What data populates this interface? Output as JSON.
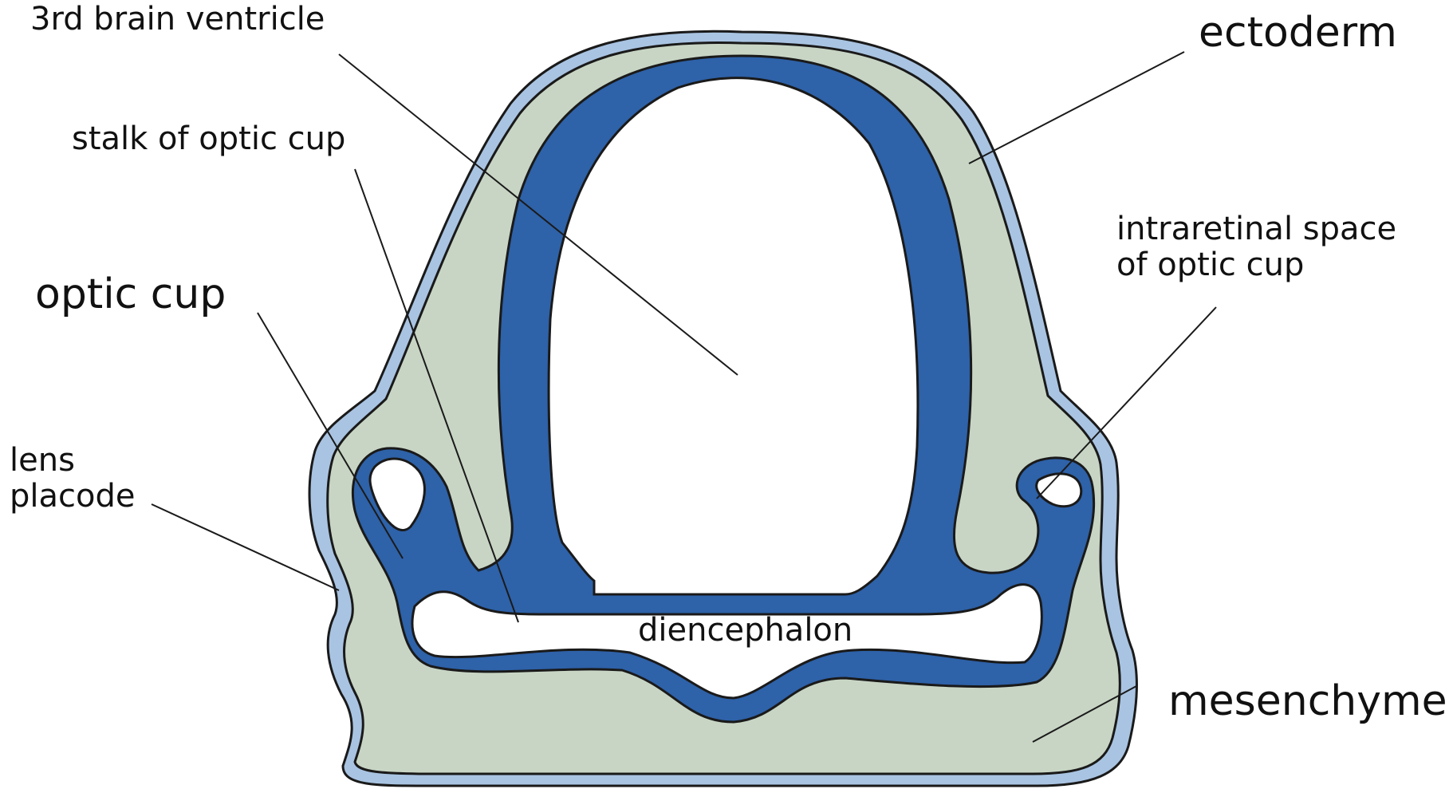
{
  "labels": {
    "third_ventricle": "3rd brain ventricle",
    "stalk": "stalk of optic cup",
    "optic_cup": "optic cup",
    "lens_placode": "lens\nplacode",
    "diencephalon": "diencephalon",
    "ectoderm": "ectoderm",
    "intraretinal": "intraretinal space\nof optic cup",
    "mesenchyme": "mesenchyme"
  },
  "colors": {
    "mesenchyme": "#c8d5c4",
    "neural_tissue": "#2e62a9",
    "ectoderm": "#a9c4e2",
    "outline": "#1a1a1a",
    "lumen": "#ffffff"
  }
}
